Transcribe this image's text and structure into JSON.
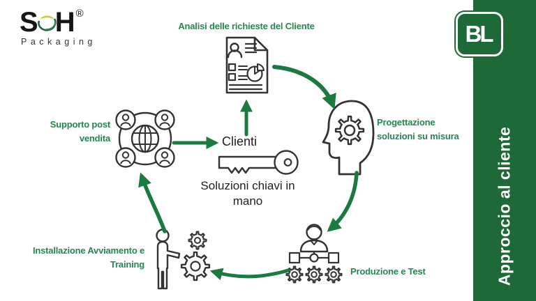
{
  "branding": {
    "sh_s": "S",
    "sh_h": "H",
    "sh_registered": "®",
    "sh_subtitle": "Packaging",
    "bl": "BL"
  },
  "sidebar": {
    "title": "Approccio al cliente"
  },
  "colors": {
    "panel_green": "#1d6937",
    "label_green": "#21894c",
    "arrow_green": "#1b7a40",
    "icon_stroke": "#333333",
    "logo_leaf": "#c3d143"
  },
  "diagram": {
    "center": {
      "title": "Clienti",
      "subtitle": "Soluzioni chiavi in mano",
      "icon": "key-icon"
    },
    "steps": [
      {
        "label": "Analisi delle richieste del Cliente",
        "icon": "document-checklist-icon"
      },
      {
        "label": "Progettazione soluzioni su misura",
        "icon": "head-gear-icon"
      },
      {
        "label": "Produzione e Test",
        "icon": "team-org-gears-icon"
      },
      {
        "label": "Installazione Avviamento e Training",
        "icon": "trainer-with-gears-icon"
      },
      {
        "label": "Supporto post vendita",
        "icon": "global-network-people-icon"
      }
    ]
  }
}
